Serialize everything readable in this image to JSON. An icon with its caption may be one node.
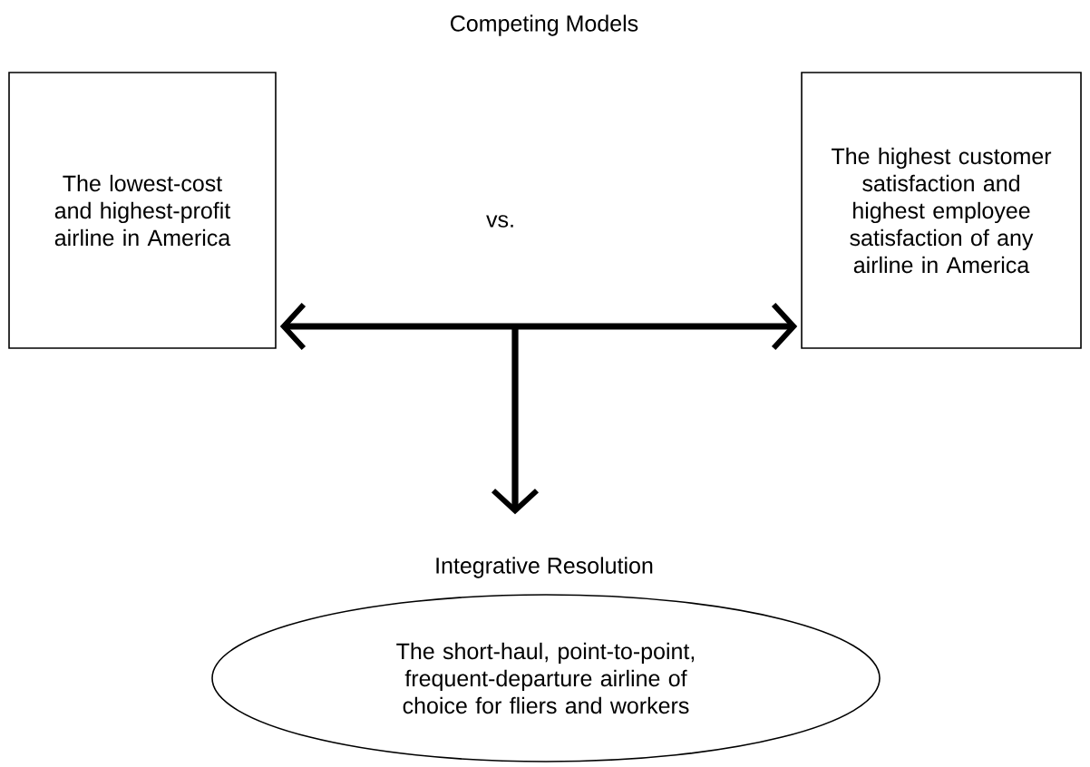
{
  "diagram": {
    "title": "Competing Models",
    "nodes": [
      {
        "text": [
          "The lowest-cost and highest-profit airline in America"
        ]
      },
      {
        "text": [
          "The highest customer satisfaction and highest employee satisfaction of any airline in America"
        ]
      },
      {
        "text": [
          "Integrative Resolution",
          "The short-haul, point-to-point, frequent-departure airline of choice for fliers and workers"
        ]
      }
    ],
    "edges": [
      {
        "from": 0,
        "to": 1,
        "arrow": "both"
      },
      {
        "from": null,
        "to": 2,
        "arrow": "to"
      }
    ],
    "labels": [
      "vs."
    ]
  }
}
